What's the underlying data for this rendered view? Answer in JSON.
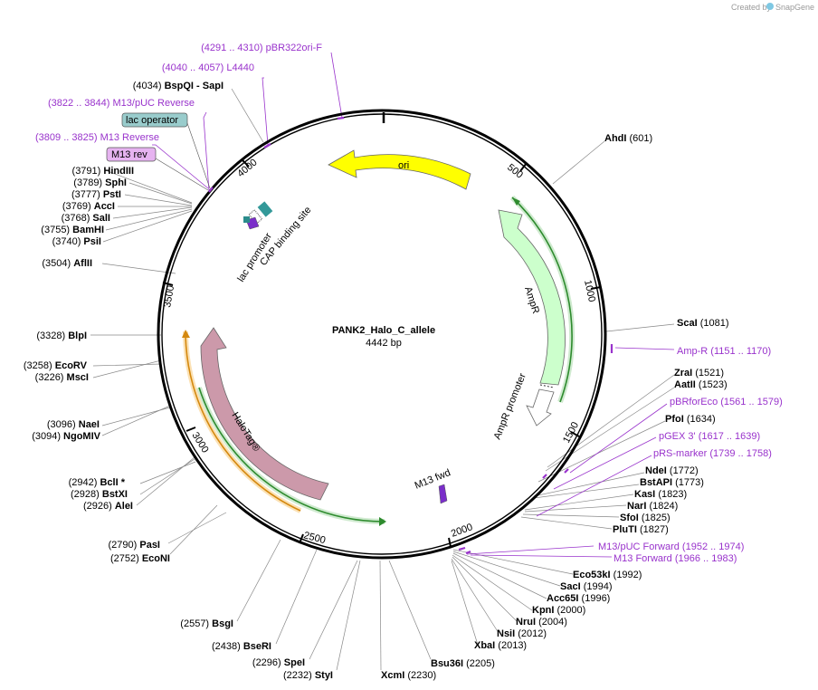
{
  "header": {
    "created_by": "Created by",
    "brand": "SnapGene"
  },
  "plasmid": {
    "name": "PANK2_Halo_C_allele",
    "length": "4442 bp"
  },
  "ticks": [
    "500",
    "1000",
    "1500",
    "2000",
    "2500",
    "3000",
    "3500",
    "4000"
  ],
  "features": {
    "ori": "ori",
    "ampr": "AmpR",
    "ampr_promoter": "AmpR promoter",
    "halotag": "HaloTag®",
    "lac_promoter": "lac promoter",
    "cap_site": "CAP binding site",
    "lac_operator": "lac operator",
    "m13_rev": "M13 rev",
    "m13_fwd": "M13 fwd"
  },
  "colors": {
    "ori": "#ffff00",
    "ampr": "#ccffcc",
    "halotag": "#cc99aa",
    "primer": "#9933cc",
    "lac_operator": "#99cccc",
    "m13_rev_box": "#e6b3f0"
  },
  "left_sites": [
    {
      "pos": "(4034)",
      "name": "BspQI",
      "extra": "- SapI"
    },
    {
      "pos": "(3791)",
      "name": "HindIII"
    },
    {
      "pos": "(3789)",
      "name": "SphI"
    },
    {
      "pos": "(3777)",
      "name": "PstI"
    },
    {
      "pos": "(3769)",
      "name": "AccI"
    },
    {
      "pos": "(3768)",
      "name": "SalI"
    },
    {
      "pos": "(3755)",
      "name": "BamHI"
    },
    {
      "pos": "(3740)",
      "name": "PsiI"
    },
    {
      "pos": "(3504)",
      "name": "AflII"
    },
    {
      "pos": "(3328)",
      "name": "BlpI"
    },
    {
      "pos": "(3258)",
      "name": "EcoRV"
    },
    {
      "pos": "(3226)",
      "name": "MscI"
    },
    {
      "pos": "(3096)",
      "name": "NaeI"
    },
    {
      "pos": "(3094)",
      "name": "NgoMIV"
    },
    {
      "pos": "(2942)",
      "name": "BclI *"
    },
    {
      "pos": "(2928)",
      "name": "BstXI"
    },
    {
      "pos": "(2926)",
      "name": "AleI"
    },
    {
      "pos": "(2790)",
      "name": "PasI"
    },
    {
      "pos": "(2752)",
      "name": "EcoNI"
    },
    {
      "pos": "(2557)",
      "name": "BsgI"
    },
    {
      "pos": "(2438)",
      "name": "BseRI"
    },
    {
      "pos": "(2296)",
      "name": "SpeI"
    },
    {
      "pos": "(2232)",
      "name": "StyI"
    }
  ],
  "right_sites": [
    {
      "name": "AhdI",
      "pos": "(601)"
    },
    {
      "name": "ScaI",
      "pos": "(1081)"
    },
    {
      "name": "ZraI",
      "pos": "(1521)"
    },
    {
      "name": "AatII",
      "pos": "(1523)"
    },
    {
      "name": "PfoI",
      "pos": "(1634)"
    },
    {
      "name": "NdeI",
      "pos": "(1772)"
    },
    {
      "name": "BstAPI",
      "pos": "(1773)"
    },
    {
      "name": "KasI",
      "pos": "(1823)"
    },
    {
      "name": "NarI",
      "pos": "(1824)"
    },
    {
      "name": "SfoI",
      "pos": "(1825)"
    },
    {
      "name": "PluTI",
      "pos": "(1827)"
    },
    {
      "name": "Eco53kI",
      "pos": "(1992)"
    },
    {
      "name": "SacI",
      "pos": "(1994)"
    },
    {
      "name": "Acc65I",
      "pos": "(1996)"
    },
    {
      "name": "KpnI",
      "pos": "(2000)"
    },
    {
      "name": "NruI",
      "pos": "(2004)"
    },
    {
      "name": "NsiI",
      "pos": "(2012)"
    },
    {
      "name": "XbaI",
      "pos": "(2013)"
    },
    {
      "name": "Bsu36I",
      "pos": "(2205)"
    },
    {
      "name": "XcmI",
      "pos": "(2230)"
    }
  ],
  "primers_left": [
    {
      "range": "(4291 .. 4310)",
      "name": "pBR322ori-F"
    },
    {
      "range": "(4040 .. 4057)",
      "name": "L4440"
    },
    {
      "range": "(3822 .. 3844)",
      "name": "M13/pUC Reverse"
    },
    {
      "range": "(3809 .. 3825)",
      "name": "M13 Reverse"
    }
  ],
  "primers_right": [
    {
      "name": "Amp-R",
      "range": "(1151 .. 1170)"
    },
    {
      "name": "pBRforEco",
      "range": "(1561 .. 1579)"
    },
    {
      "name": "pGEX 3'",
      "range": "(1617 .. 1639)"
    },
    {
      "name": "pRS-marker",
      "range": "(1739 .. 1758)"
    },
    {
      "name": "M13/pUC Forward",
      "range": "(1952 .. 1974)"
    },
    {
      "name": "M13 Forward",
      "range": "(1966 .. 1983)"
    }
  ]
}
